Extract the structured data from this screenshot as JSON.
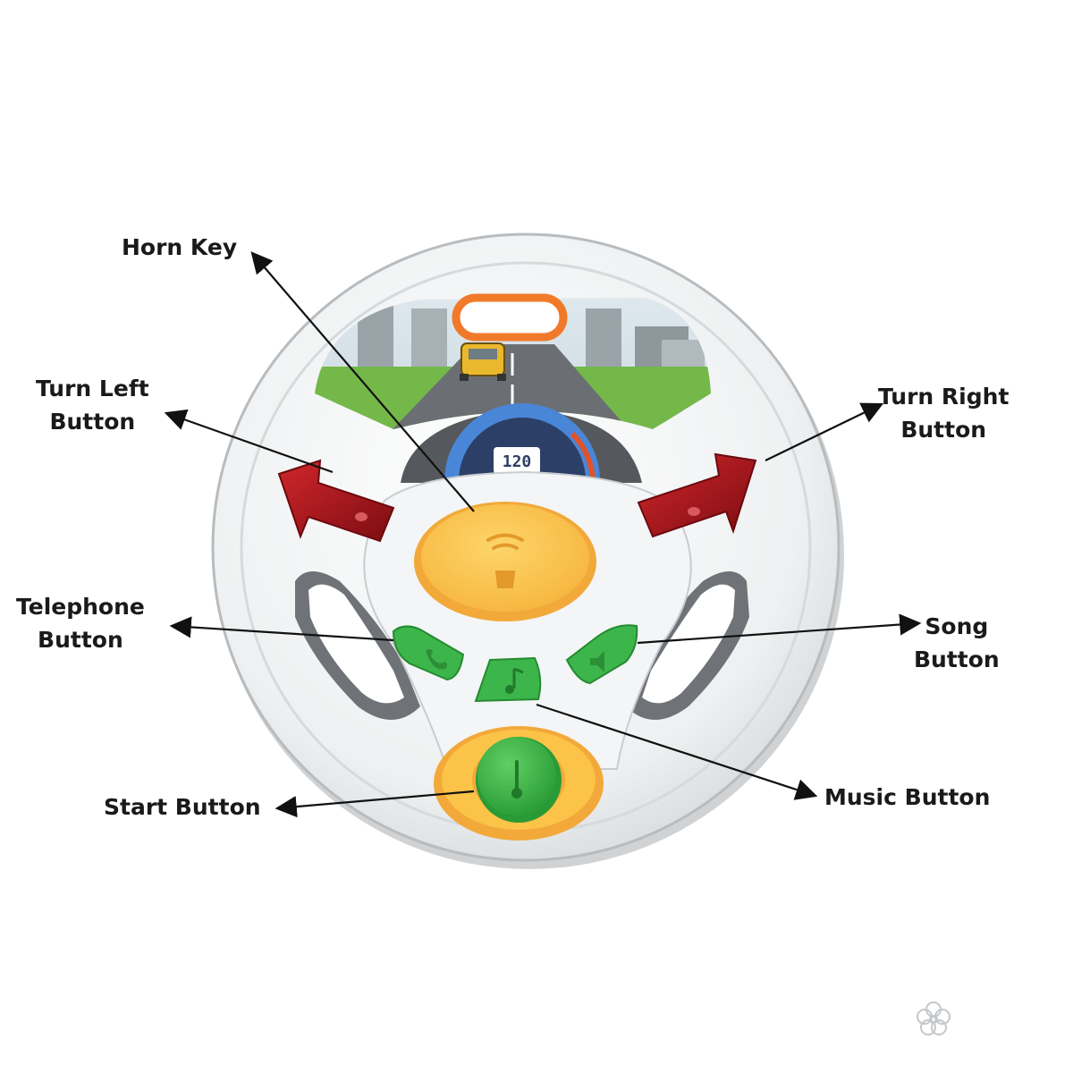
{
  "labels": {
    "horn_key": "Horn Key",
    "turn_left": [
      "Turn Left",
      "Button"
    ],
    "turn_right": [
      "Turn Right",
      "Button"
    ],
    "telephone": [
      "Telephone",
      "Button"
    ],
    "song": [
      "Song",
      "Button"
    ],
    "start": "Start Button",
    "music": "Music Button"
  },
  "speedometer_readout": "120",
  "colors": {
    "wheel": "#eceeef",
    "wheel_shadow": "#9ea2a6",
    "horn": "#fbc347",
    "horn_ring": "#f2a93a",
    "green_button": "#3cb54a",
    "turn_arrow": "#a3141a",
    "gauge_blue": "#4a86d8",
    "grass": "#74b84a",
    "road": "#6b6f73",
    "frame_orange": "#f07a2a"
  },
  "icons": {
    "horn": "horn-sound-icon",
    "telephone": "phone-icon",
    "music": "music-note-icon",
    "song": "speaker-icon",
    "start": "key-icon"
  }
}
